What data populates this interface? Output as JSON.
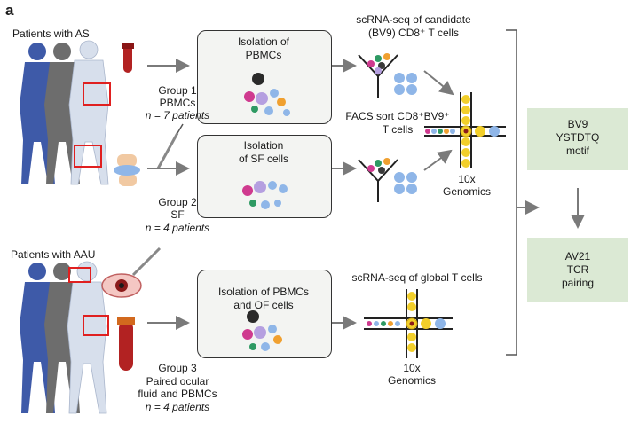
{
  "panel_label": "a",
  "groups": {
    "as_title": "Patients with AS",
    "aau_title": "Patients with AAU",
    "g1": {
      "name": "Group 1",
      "sample": "PBMCs",
      "n": "n = 7 patients"
    },
    "g2": {
      "name": "Group 2",
      "sample": "SF",
      "n": "n = 4 patients"
    },
    "g3": {
      "name": "Group 3",
      "sample_line1": "Paired ocular",
      "sample_line2": "fluid and PBMCs",
      "n": "n = 4 patients"
    }
  },
  "isolation": {
    "b1_l1": "Isolation of",
    "b1_l2": "PBMCs",
    "b2_l1": "Isolation",
    "b2_l2": "of SF cells",
    "b3_l1": "Isolation of PBMCs",
    "b3_l2": "and OF cells"
  },
  "sequencing": {
    "candidate_l1": "scRNA-seq of candidate",
    "candidate_l2": "(BV9) CD8⁺ T cells",
    "facs_l1": "FACS sort CD8⁺BV9⁺",
    "facs_l2": "T cells",
    "global": "scRNA-seq of global T cells",
    "tenx_a_l1": "10x",
    "tenx_a_l2": "Genomics",
    "tenx_b_l1": "10x",
    "tenx_b_l2": "Genomics"
  },
  "results": {
    "bv9_l1": "BV9",
    "bv9_l2": "YSTDTQ",
    "bv9_l3": "motif",
    "av21_l1": "AV21",
    "av21_l2": "TCR",
    "av21_l3": "pairing"
  },
  "colors": {
    "blue_figure": "#3e5aa8",
    "grey_figure": "#6d6d6d",
    "light_figure": "#d7dfec",
    "highlight_red": "#e02020",
    "box_fill": "#f3f4f2",
    "result_fill": "#dbe9d4",
    "arrow": "#7a7a7a",
    "yellow_cell": "#f2cf2a",
    "blue_cell": "#8fb6e8"
  }
}
